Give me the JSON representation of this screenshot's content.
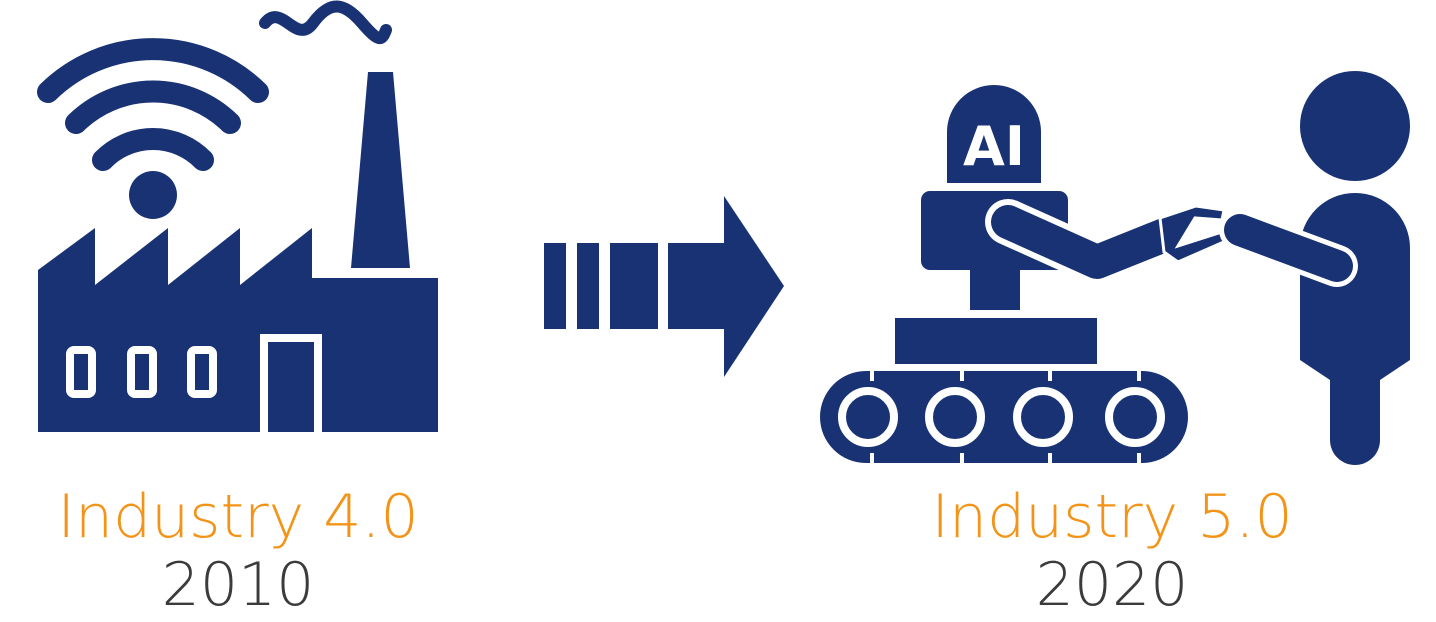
{
  "colors": {
    "navy": "#183274",
    "accent": "#f39418",
    "year_text": "#3b3b3b",
    "background": "#ffffff"
  },
  "left": {
    "title": "Industry 4.0",
    "year": "2010",
    "icons": [
      "factory-icon",
      "wifi-icon",
      "smoke-icon",
      "chimney-icon"
    ]
  },
  "arrow": {
    "icon": "arrow-right-icon"
  },
  "right": {
    "title": "Industry 5.0",
    "year": "2020",
    "badge": "AI",
    "icons": [
      "robot-icon",
      "tank-tracks-icon",
      "human-icon"
    ]
  }
}
